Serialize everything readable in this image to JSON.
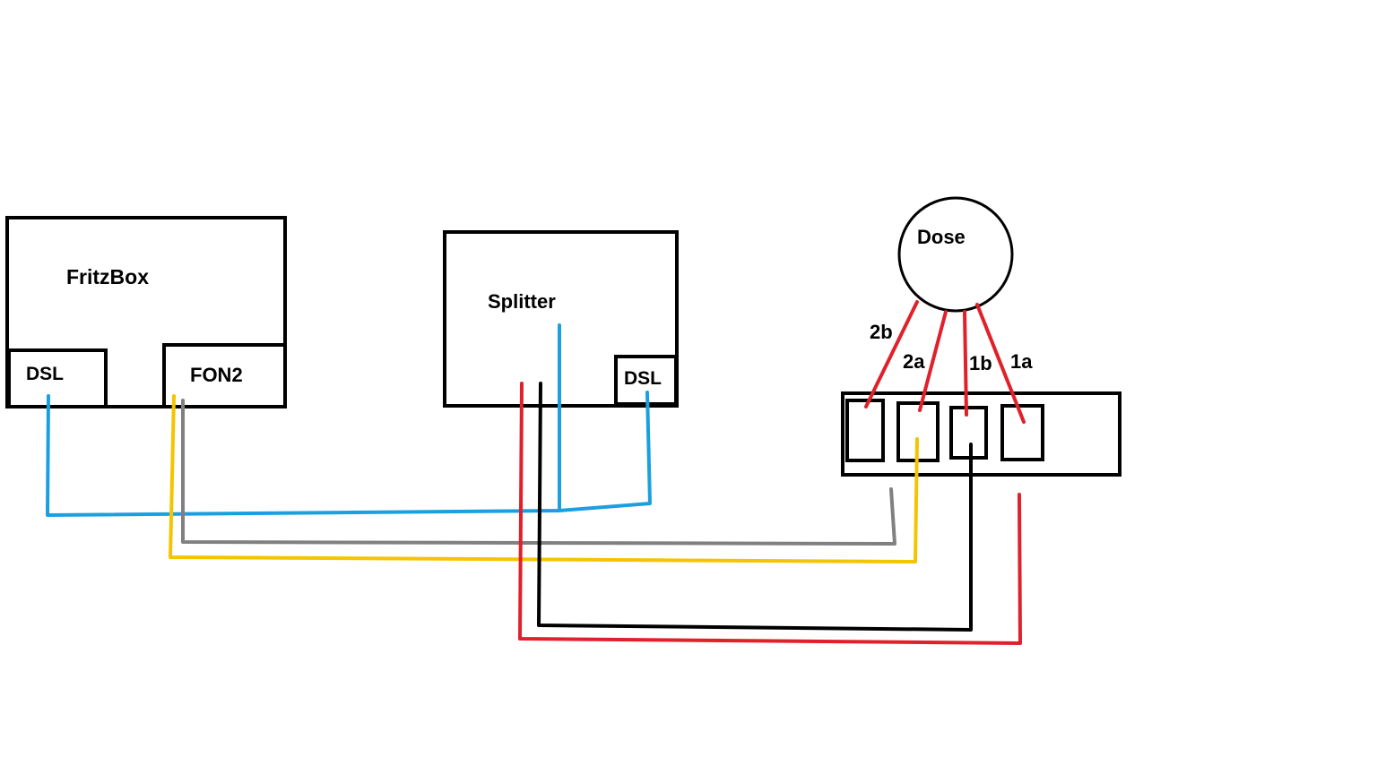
{
  "fritzbox": {
    "title": "FritzBox",
    "port_dsl": "DSL",
    "port_fon2": "FON2"
  },
  "splitter": {
    "title": "Splitter",
    "port_dsl": "DSL"
  },
  "dose": {
    "title": "Dose",
    "pins": [
      "2b",
      "2a",
      "1b",
      "1a"
    ]
  },
  "wire_colors": {
    "dsl": "#1aa0e0",
    "fon2_gray": "#808080",
    "fon2_yellow": "#f5c400",
    "splitter_red": "#e0202a",
    "splitter_black": "#000000"
  }
}
